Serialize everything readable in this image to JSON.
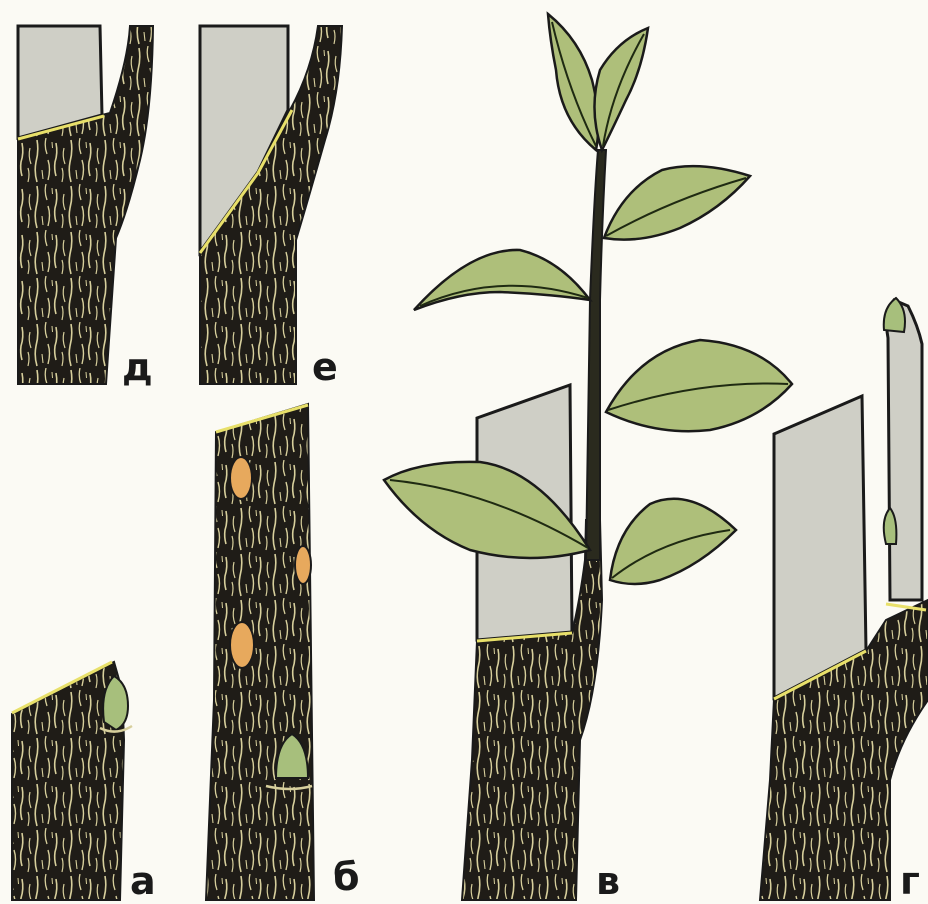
{
  "colors": {
    "background": "#fbfaf4",
    "bark": "#1f1c17",
    "bark_texture": "#d7cf9c",
    "cut_surface": "#cfcfc6",
    "cut_outline": "#1a1a1a",
    "cambium_line": "#e8e06a",
    "bud": "#a7bf7c",
    "bud_scar": "#e7a95d",
    "leaf": "#aebf7a",
    "leaf_vein": "#1f2a12"
  },
  "panels": [
    {
      "id": "a",
      "label": "а"
    },
    {
      "id": "b",
      "label": "б"
    },
    {
      "id": "v",
      "label": "в"
    },
    {
      "id": "g",
      "label": "г"
    },
    {
      "id": "d",
      "label": "д"
    },
    {
      "id": "e",
      "label": "е"
    }
  ]
}
